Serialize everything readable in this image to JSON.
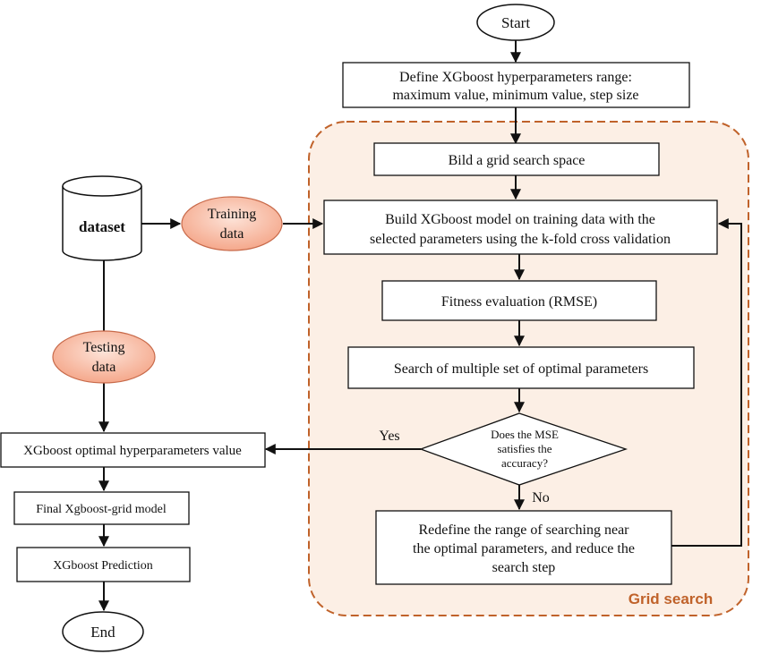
{
  "colors": {
    "grid_region_fill": "#fcefe5",
    "grid_region_border": "#c0622a",
    "grid_title": "#c0622a",
    "data_ellipse_fill": "#f6b49c",
    "line": "#111111"
  },
  "nodes": {
    "start": "Start",
    "define_range": [
      "Define XGboost hyperparameters range:",
      "maximum value, minimum value, step size"
    ],
    "grid_space": "Bild a grid search space",
    "build_model": [
      "Build XGboost model on training data with the",
      "selected parameters using the k-fold cross validation"
    ],
    "fitness": "Fitness evaluation (RMSE)",
    "search_sets": "Search of multiple set of optimal parameters",
    "decision": [
      "Does the MSE",
      "satisfies the",
      "accuracy?"
    ],
    "redefine": [
      "Redefine the range of searching near",
      "the optimal parameters, and reduce the",
      "search step"
    ],
    "dataset": "dataset",
    "training_data": [
      "Training",
      "data"
    ],
    "testing_data": [
      "Testing",
      "data"
    ],
    "optimal_value": "XGboost optimal hyperparameters value",
    "final_model": "Final Xgboost-grid model",
    "prediction": "XGboost Prediction",
    "end": "End"
  },
  "edge_labels": {
    "yes": "Yes",
    "no": "No"
  },
  "group_label": "Grid search"
}
